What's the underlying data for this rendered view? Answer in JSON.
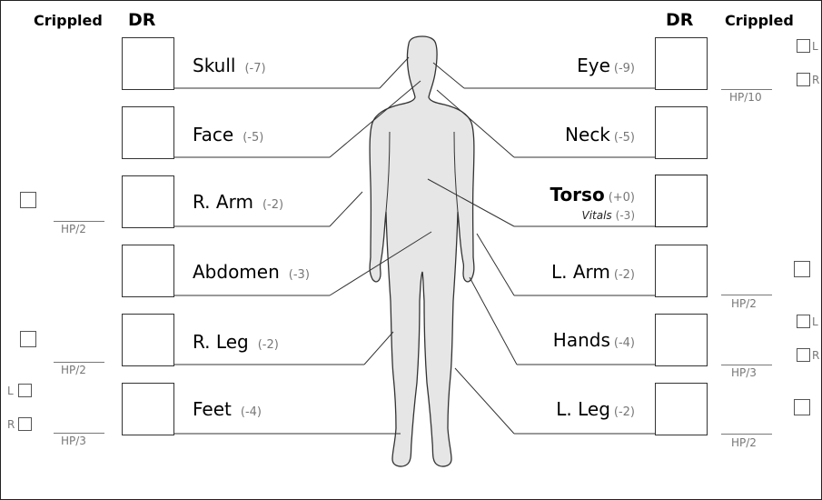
{
  "headers": {
    "crippled_left": "Crippled",
    "dr_left": "DR",
    "dr_right": "DR",
    "crippled_right": "Crippled"
  },
  "left_locations": [
    {
      "name": "Skull",
      "mod": "(-7)"
    },
    {
      "name": "Face",
      "mod": "(-5)"
    },
    {
      "name": "R. Arm",
      "mod": "(-2)"
    },
    {
      "name": "Abdomen",
      "mod": "(-3)"
    },
    {
      "name": "R. Leg",
      "mod": "(-2)"
    },
    {
      "name": "Feet",
      "mod": "(-4)"
    }
  ],
  "right_locations": [
    {
      "name": "Eye",
      "mod": "(-9)"
    },
    {
      "name": "Neck",
      "mod": "(-5)"
    },
    {
      "name": "Torso",
      "mod": "(+0)"
    },
    {
      "name": "L. Arm",
      "mod": "(-2)"
    },
    {
      "name": "Hands",
      "mod": "(-4)"
    },
    {
      "name": "L. Leg",
      "mod": "(-2)"
    }
  ],
  "torso_sub": {
    "name": "Vitals",
    "mod": "(-3)"
  },
  "crippled_left": {
    "r_arm_threshold": "HP/2",
    "r_leg_threshold": "HP/2",
    "feet_threshold": "HP/3",
    "feet_l_label": "L",
    "feet_r_label": "R"
  },
  "crippled_right": {
    "eye_threshold": "HP/10",
    "eye_l_label": "L",
    "eye_r_label": "R",
    "l_arm_threshold": "HP/2",
    "hands_threshold": "HP/3",
    "hands_l_label": "L",
    "hands_r_label": "R",
    "l_leg_threshold": "HP/2"
  }
}
